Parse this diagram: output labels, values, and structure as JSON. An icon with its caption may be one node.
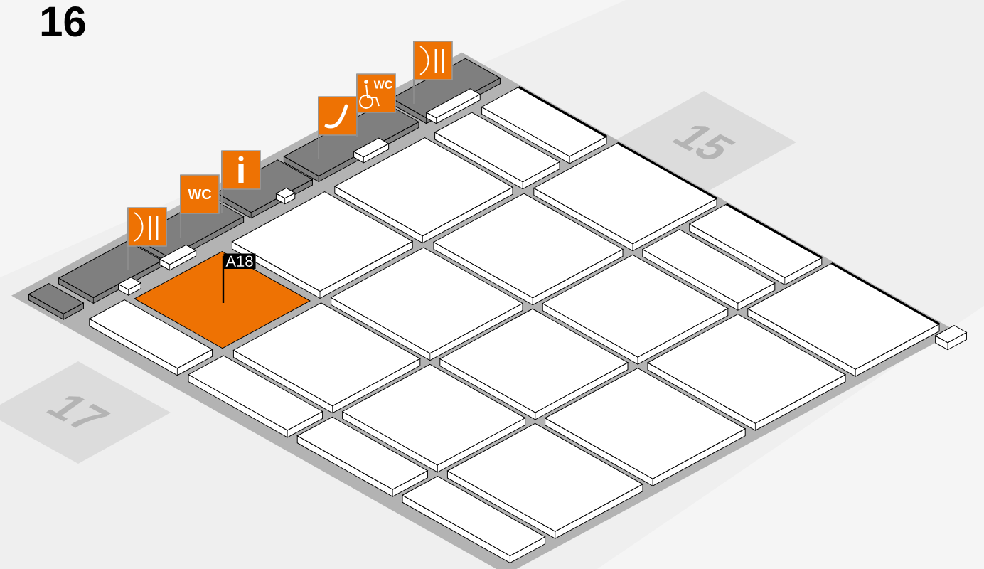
{
  "diagram": {
    "labels": [
      "16",
      "WC",
      "15",
      "WC",
      "A18",
      "17"
    ]
  }
}
